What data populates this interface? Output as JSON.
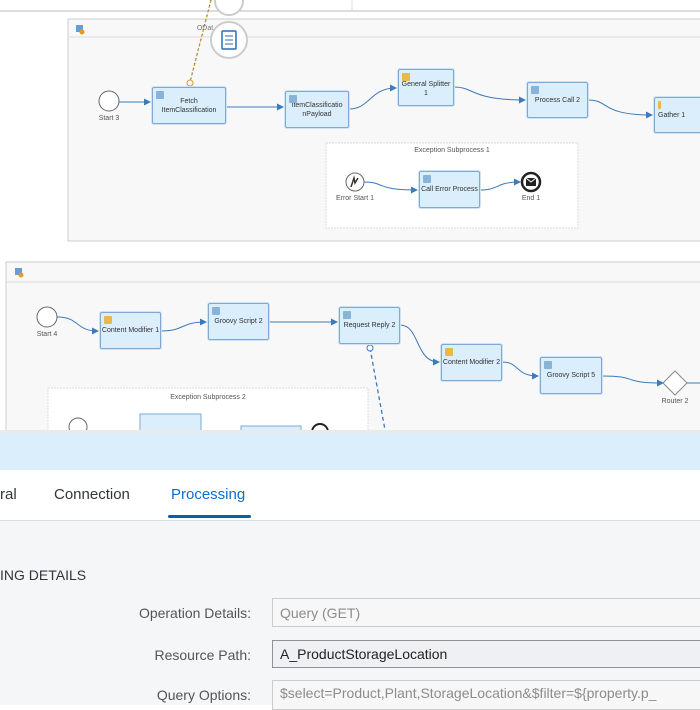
{
  "diagram": {
    "pool1": {
      "overlap_label": "ODat",
      "nodes": {
        "start": "Start 3",
        "fetch": "Fetch ItemClassification",
        "payload": "ItemClassificatio nPayload",
        "splitter": "General Splitter 1",
        "process_call": "Process Call 2",
        "gather": "Gather 1"
      },
      "exception": {
        "title": "Exception Subprocess 1",
        "error_start": "Error Start 1",
        "call_error": "Call Error Process",
        "end": "End 1"
      }
    },
    "pool2": {
      "nodes": {
        "start": "Start 4",
        "cm1": "Content Modifier 1",
        "gs2": "Groovy Script 2",
        "rr2": "Request Reply 2",
        "cm2": "Content Modifier 2",
        "gs5": "Groovy Script 5",
        "router": "Router 2"
      },
      "exception": {
        "title": "Exception Subprocess 2"
      }
    }
  },
  "tabs": [
    {
      "label": "ral"
    },
    {
      "label": "Connection"
    },
    {
      "label": "Processing",
      "active": true
    }
  ],
  "form": {
    "section_title": "ING DETAILS",
    "operation_label": "Operation Details:",
    "operation_value": "Query (GET)",
    "resource_label": "Resource Path:",
    "resource_value": "A_ProductStorageLocation",
    "query_label": "Query Options:",
    "query_value": "$select=Product,Plant,StorageLocation&$filter=${property.p_"
  },
  "colors": {
    "accent": "#0a6ed1",
    "node_fill": "#dbeefc",
    "node_border": "#7ea9d4",
    "flow": "#3d7ab8",
    "banner": "#dbeefc"
  }
}
